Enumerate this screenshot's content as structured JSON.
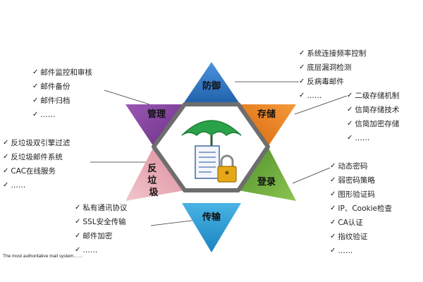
{
  "center": {
    "icon": "umbrella-mail-lock-icon"
  },
  "segments": {
    "top": {
      "label": "防御",
      "color": "#2f74c0"
    },
    "upper_left": {
      "label": "管理",
      "color": "#7f3f98"
    },
    "upper_right": {
      "label": "存储",
      "color": "#ee7d1c"
    },
    "lower_left": {
      "label": "反垃圾",
      "color": "#e5a9b4"
    },
    "lower_right": {
      "label": "登录",
      "color": "#67a83a"
    },
    "bottom": {
      "label": "传输",
      "color": "#2a9fd6"
    }
  },
  "lists": {
    "defense": [
      "系统连接频率控制",
      "底层漏洞检测",
      "反病毒邮件",
      "……"
    ],
    "management": [
      "邮件监控和审核",
      "邮件备份",
      "邮件归档",
      "……"
    ],
    "storage": [
      "二级存储机制",
      "信简存储技术",
      "信简加密存储",
      "……"
    ],
    "antispam": [
      "反垃圾双引擎过滤",
      "反垃圾邮件系统",
      "CAC在线服务",
      "……"
    ],
    "login": [
      "动态密码",
      "弱密码策略",
      "图形验证码",
      "IP、Cookie检查",
      "CA认证",
      "指纹验证",
      "……"
    ],
    "transfer": [
      "私有通讯协议",
      "SSL安全传输",
      "邮件加密",
      "……"
    ]
  },
  "footer": "The most authoritative mail system……",
  "check_glyph": "✓"
}
